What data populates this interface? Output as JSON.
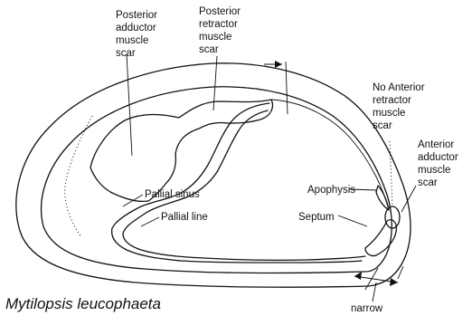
{
  "title": "Mytilopsis leucophaeta",
  "labels": {
    "posterior_adductor": [
      "Posterior",
      "adductor",
      "muscle",
      "scar"
    ],
    "posterior_retractor": [
      "Posterior",
      "retractor",
      "muscle",
      "scar"
    ],
    "no_anterior_retractor": [
      "No Anterior",
      "retractor",
      "muscle",
      "scar"
    ],
    "anterior_adductor": [
      "Anterior",
      "adductor",
      "muscle",
      "scar"
    ],
    "apophysis": "Apophysis",
    "septum": "Septum",
    "pallial_sinus": "Pallial sinus",
    "pallial_line": "Pallial line",
    "narrow": "narrow"
  }
}
